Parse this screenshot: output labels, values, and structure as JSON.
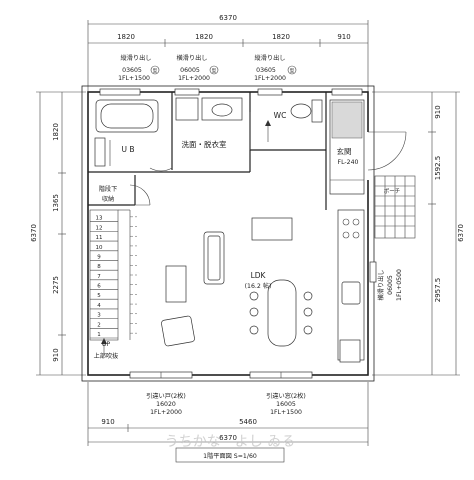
{
  "dims": {
    "top_total": "6370",
    "top_segments": [
      "1820",
      "1820",
      "1820",
      "910"
    ],
    "left_total": "6370",
    "left_segments": [
      "1820",
      "1365",
      "2275",
      "910"
    ],
    "right_total": "6370",
    "right_segments": [
      "910",
      "1592.5",
      "2957.5"
    ],
    "bottom_segments": [
      "910",
      "5460"
    ],
    "bottom_total": "6370"
  },
  "windows_top": [
    {
      "name": "縦滑り出し",
      "code": "03605",
      "fl": "1FL+1500",
      "badge": "型"
    },
    {
      "name": "横滑り出し",
      "code": "06005",
      "fl": "1FL+2000",
      "badge": "型"
    },
    {
      "name": "縦滑り出し",
      "code": "03605",
      "fl": "1FL+2000",
      "badge": "型"
    }
  ],
  "window_right": {
    "name": "横滑り出し",
    "code": "06005",
    "fl": "1FL+0500"
  },
  "windows_bottom": [
    {
      "name": "引違い戸(2枚)",
      "code": "16020",
      "fl": "1FL+2000"
    },
    {
      "name": "引違い窓(2枚)",
      "code": "16005",
      "fl": "1FL+1500"
    }
  ],
  "rooms": {
    "ub": "U B",
    "washroom": "洗面・脱衣室",
    "wc": "WC",
    "entrance": "玄関",
    "entrance_fl": "FL-240",
    "porch": "ポーチ",
    "stair_storage_1": "階段下",
    "stair_storage_2": "収納",
    "ldk": "LDK",
    "ldk_size": "(16.2 帖)",
    "up": "UP",
    "upper_ceiling": "上部吹抜"
  },
  "stair_numbers": [
    "13",
    "12",
    "11",
    "10",
    "9",
    "8",
    "7",
    "6",
    "5",
    "4",
    "3",
    "2",
    "1"
  ],
  "caption": "1階平面図 S=1/60",
  "watermark": "うちかな　よし ゐる"
}
